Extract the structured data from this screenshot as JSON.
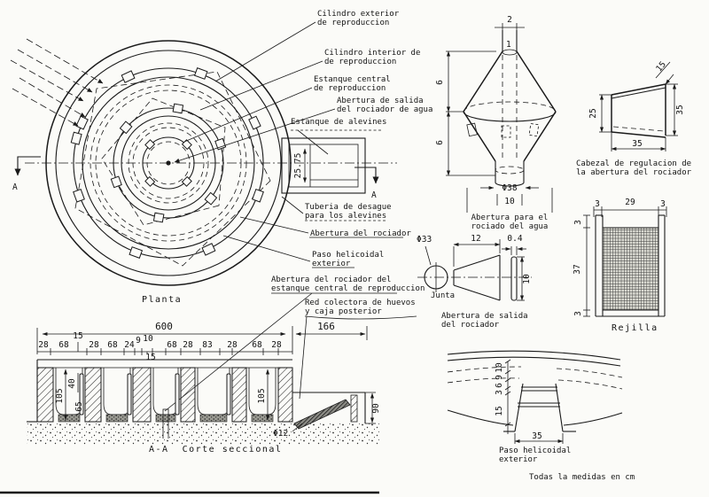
{
  "style": {
    "ink": "#1a1a1a",
    "paper": "#fbfbf8"
  },
  "note": "Todas la medidas en cm",
  "plan": {
    "caption": "Planta",
    "marker_left": "A",
    "marker_right": "A",
    "alevines_dim": "25.75",
    "callouts": {
      "cilindro_exterior": [
        "Cilindro exterior",
        "de reproduccion"
      ],
      "cilindro_interior": [
        "Cilindro interior de",
        "de reproduccion"
      ],
      "estanque_central": [
        "Estanque central",
        "de reproduccion"
      ],
      "abertura_salida_agua": [
        "Abertura de salida",
        "del rociador de agua"
      ],
      "estanque_alevines": [
        "Estanque de alevines"
      ],
      "tuberia_desague": [
        "Tuberia de desague",
        "para los alevines"
      ],
      "abertura_rociador": [
        "Abertura del rociador"
      ],
      "paso_helicoidal": [
        "Paso helicoidal",
        "exterior"
      ],
      "abertura_rociador_central": [
        "Abertura del rociador del",
        "estanque central de reproduccion"
      ],
      "red_colectora": [
        "Red colectora de huevos",
        "y caja posterior"
      ]
    }
  },
  "section": {
    "caption": "A-A  Corte seccional",
    "dim_600": "600",
    "dim_166": "166",
    "dim_row": [
      "28",
      "68",
      "28",
      "68",
      "24",
      "9",
      "10",
      "68",
      "28",
      "83",
      "28",
      "68",
      "28"
    ],
    "dim_15_up": "15",
    "dim_15_low": "15",
    "dim_105_l": "105",
    "dim_40": "40",
    "dim_65": "65",
    "dim_105_r": "105",
    "dim_90": "90",
    "dim_phi12": "Φ12"
  },
  "rociador_cone": {
    "caption": [
      "Abertura para el",
      "rociado del agua"
    ],
    "dim_2": "2",
    "dim_1": "1",
    "dim_6a": "6",
    "dim_6b": "6",
    "dim_phi38": "Φ38",
    "dim_10": "10"
  },
  "cabezal": {
    "caption": [
      "Cabezal de regulacion de",
      "la abertura del rociador"
    ],
    "dim_15": "15",
    "dim_25": "25",
    "dim_35_r": "35",
    "dim_35_b": "35"
  },
  "rejilla": {
    "caption": "Rejilla",
    "top": [
      "3",
      "29",
      "3"
    ],
    "left": [
      "3",
      "37",
      "3"
    ]
  },
  "salida": {
    "caption": [
      "Abertura de salida",
      "del rociador"
    ],
    "dim_phi33": "Φ33",
    "junta": "Junta",
    "dim_12": "12",
    "dim_04": "0.4",
    "dim_10": "10"
  },
  "paso_detail": {
    "caption": [
      "Paso helicoidal",
      "exterior"
    ],
    "dims": [
      "10",
      "9",
      "6",
      "3",
      "15"
    ],
    "dim_35": "35"
  }
}
